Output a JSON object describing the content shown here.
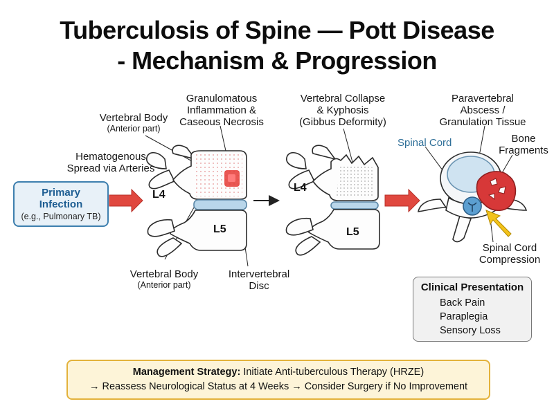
{
  "title": {
    "line1": "Tuberculosis of Spine — Pott Disease",
    "line2": "- Mechanism & Progression"
  },
  "primary_infection": {
    "title_line1": "Primary",
    "title_line2": "Infection",
    "subtitle": "(e.g., Pulmonary TB)"
  },
  "labels": {
    "hematogenous_line1": "Hematogenous",
    "hematogenous_line2": "Spread via Arteries",
    "vertebral_body_top": "Vertebral Body",
    "vertebral_body_top_sub": "(Anterior part)",
    "granulomatous_line1": "Granulomatous",
    "granulomatous_line2": "Inflammation &",
    "granulomatous_line3": "Caseous Necrosis",
    "vertebral_body_bottom": "Vertebral Body",
    "vertebral_body_bottom_sub": "(Anterior part)",
    "disc_line1": "Intervertebral",
    "disc_line2": "Disc",
    "collapse_line1": "Vertebral Collapse",
    "collapse_line2": "& Kyphosis",
    "collapse_line3": "(Gibbus Deformity)",
    "abscess_line1": "Paravertebral",
    "abscess_line2": "Abscess /",
    "abscess_line3": "Granulation Tissue",
    "spinal_cord": "Spinal Cord",
    "bone_line1": "Bone",
    "bone_line2": "Fragments",
    "compression_line1": "Spinal Cord",
    "compression_line2": "Compression"
  },
  "vertebra_labels": {
    "healthy_upper": "L4",
    "healthy_lower": "L5",
    "collapsed_upper": "L4",
    "collapsed_lower": "L5"
  },
  "clinical_presentation": {
    "title": "Clinical Presentation",
    "items": [
      {
        "label": "Back Pain",
        "icon": "spine-icon"
      },
      {
        "label": "Paraplegia",
        "icon": "lungs-icon"
      },
      {
        "label": "Sensory Loss",
        "icon": "nerve-icon"
      }
    ]
  },
  "management": {
    "lead": "Management Strategy:",
    "line1_rest": " Initiate Anti-tuberculous Therapy (HRZE)",
    "line2": "→ Reassess Neurological Status at 4 Weeks → Consider Surgery if No Improvement"
  },
  "colors": {
    "infection_blue": "#3d7fae",
    "arrow_red": "#e0483f",
    "necrosis_red": "#e53935",
    "disc_blue": "#b9d6ea",
    "abscess_red": "#d73838",
    "compression_yellow": "#f2c21b",
    "management_border": "#e3b23b"
  }
}
